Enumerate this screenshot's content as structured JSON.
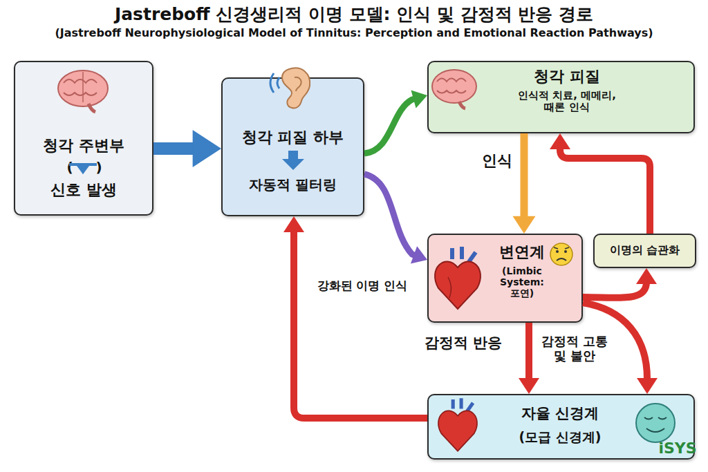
{
  "diagram": {
    "title": "Jastreboff 신경생리적 이명 모델: 인식 및 감정적 반응 경로",
    "nodes": [
      {
        "text": [
          "청각 주변부",
          "(",
          ")",
          "신호 발생"
        ]
      },
      {
        "text": [
          "청각 피질 하부",
          "자동적 필터링"
        ]
      },
      {
        "text": [
          "청각 피질",
          "인식적 치료, 메메리, 때론 인식"
        ]
      },
      {
        "text": [
          "변연계",
          "(Limbic System: 포연)"
        ]
      },
      {
        "text": [
          "이명의 습관화"
        ]
      },
      {
        "text": [
          "자율 신경계",
          "(모급 신경계)"
        ]
      }
    ],
    "edges": [
      {
        "from": 0,
        "to": 1,
        "arrow": "to"
      },
      {
        "from": 1,
        "to": 2,
        "arrow": "to"
      },
      {
        "from": 1,
        "to": 3,
        "arrow": "to"
      },
      {
        "from": 2,
        "to": 3,
        "label": "인식",
        "arrow": "to"
      },
      {
        "from": 3,
        "to": 4,
        "arrow": "to"
      },
      {
        "from": 4,
        "to": 2,
        "arrow": "to"
      },
      {
        "from": 3,
        "to": 5,
        "label": "감정적 반응",
        "arrow": "to"
      },
      {
        "from": 3,
        "to": 5,
        "label": "감정적 고통 및 불안",
        "arrow": "to"
      },
      {
        "from": 5,
        "to": 1,
        "label": "강화된 이명 인식",
        "arrow": "to"
      }
    ],
    "labels": [
      "(Jastreboff Neurophysiological Model of Tinnitus: Perception and Emotional Reaction Pathways)",
      "iSYS"
    ]
  }
}
